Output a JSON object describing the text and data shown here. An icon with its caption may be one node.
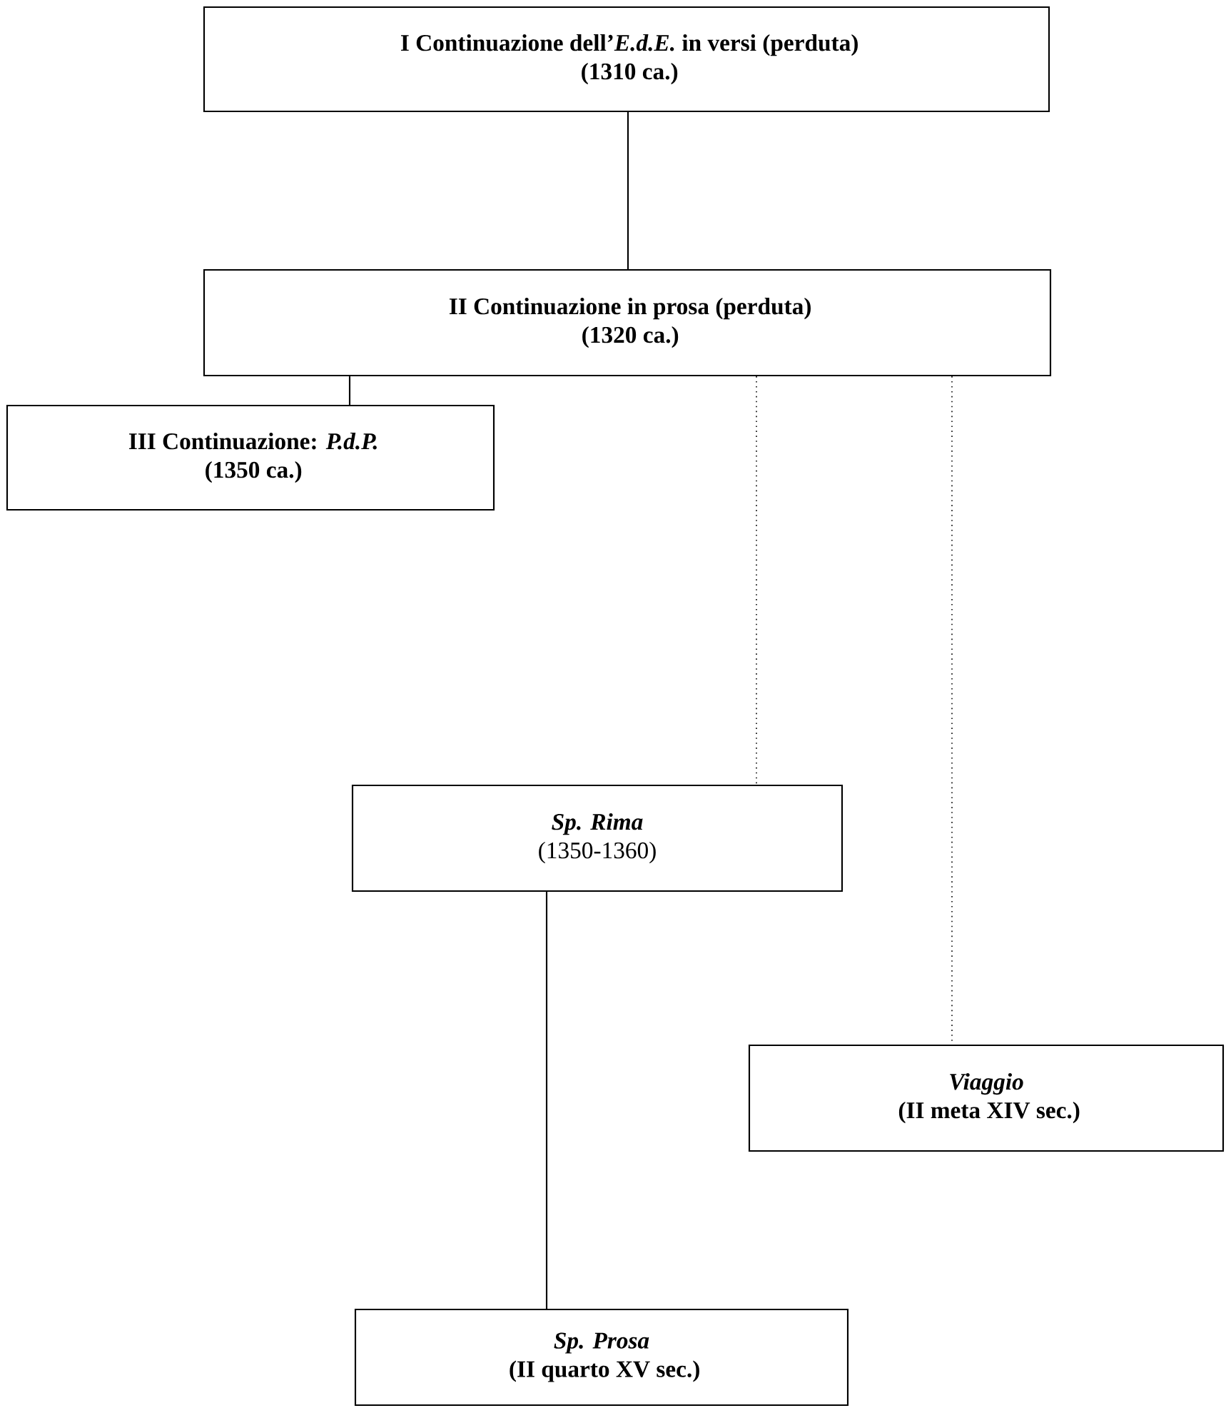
{
  "diagram": {
    "nodes": [
      {
        "text": [
          "I Continuazione dell’*E.d.E.* in versi (perduta)",
          "(1310 ca.)"
        ]
      },
      {
        "text": [
          "II Continuazione in prosa (perduta)",
          "(1320 ca.)"
        ]
      },
      {
        "text": [
          "III Continuazione: *P.d.P.*",
          "(1350 ca.)"
        ]
      },
      {
        "text": [
          "Sp. Rima",
          "(1350-1360)"
        ]
      },
      {
        "text": [
          "Viaggio",
          "(II meta XIV sec.)"
        ]
      },
      {
        "text": [
          "Sp. Prosa",
          "(II quarto XV sec.)"
        ]
      }
    ],
    "edges": [
      {
        "from": 0,
        "to": 1,
        "arrow": "none"
      },
      {
        "from": 1,
        "to": 2,
        "arrow": "none"
      },
      {
        "from": 1,
        "to": 3,
        "arrow": "none",
        "style": "dashed"
      },
      {
        "from": 1,
        "to": 4,
        "arrow": "none",
        "style": "dashed"
      },
      {
        "from": 3,
        "to": 5,
        "arrow": "none"
      }
    ]
  }
}
